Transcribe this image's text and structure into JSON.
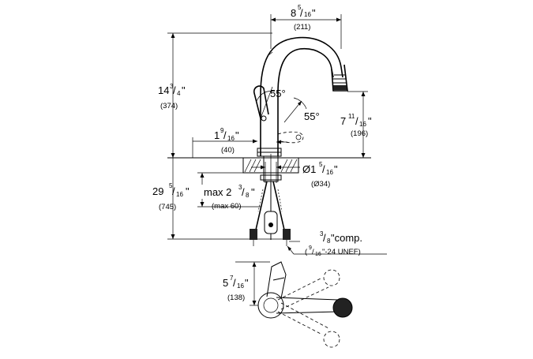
{
  "dimensions": {
    "spout_reach": {
      "whole": "8",
      "num": "5",
      "den": "16",
      "inch": "\"",
      "mm": "(211)"
    },
    "total_height": {
      "whole": "14",
      "num": "3",
      "den": "4",
      "inch": "\"",
      "mm": "(374)"
    },
    "lever_angle": {
      "value": "55°"
    },
    "pullout_angle": {
      "value": "55°"
    },
    "spout_height": {
      "whole": "7",
      "num": "11",
      "den": "16",
      "inch": "\"",
      "mm": "(196)"
    },
    "lever_height": {
      "whole": "1",
      "num": "9",
      "den": "16",
      "inch": "\"",
      "mm": "(40)"
    },
    "hole_diameter": {
      "prefix": "Ø1",
      "num": "5",
      "den": "16",
      "inch": "\"",
      "mm": "(Ø34)"
    },
    "hose_length": {
      "whole": "29",
      "num": "5",
      "den": "16",
      "inch": "\"",
      "mm": "(745)"
    },
    "deck_thickness": {
      "prefix": "max 2",
      "num": "3",
      "den": "8",
      "inch": "\"",
      "mm": "(max 60)"
    },
    "connection": {
      "num": "3",
      "den": "8",
      "label": "\"comp.",
      "sub_num": "9",
      "sub_den": "16",
      "sub_label": "\"-24 UNEF)",
      "sub_open": "("
    },
    "base_offset": {
      "whole": "5",
      "num": "7",
      "den": "16",
      "inch": "\"",
      "mm": "(138)"
    }
  }
}
